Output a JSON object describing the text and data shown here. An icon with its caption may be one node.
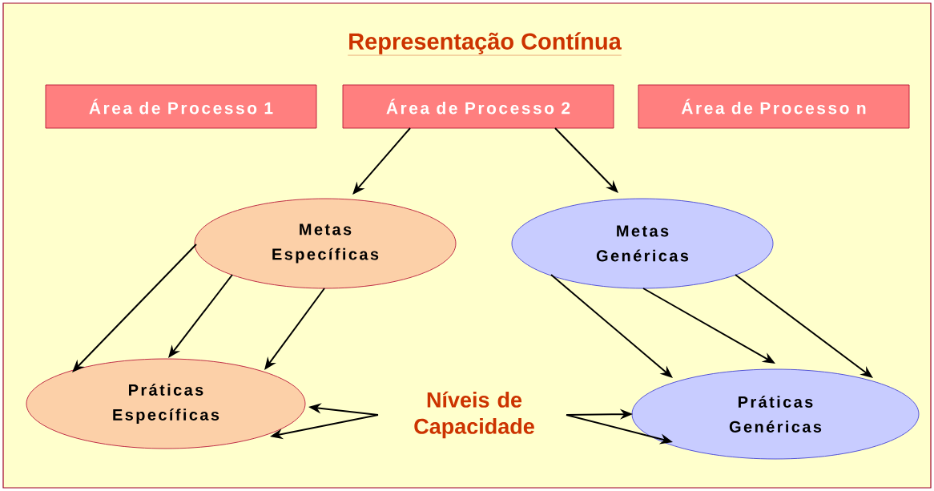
{
  "diagram": {
    "title": "Representação Contínua",
    "nodes": [
      {
        "text": [
          "Área de Processo 1"
        ]
      },
      {
        "text": [
          "Área de Processo 2"
        ]
      },
      {
        "text": [
          "Área de Processo n"
        ]
      },
      {
        "text": [
          "Metas Específicas"
        ]
      },
      {
        "text": [
          "Metas Genéricas"
        ]
      },
      {
        "text": [
          "Práticas Específicas"
        ]
      },
      {
        "text": [
          "Práticas Genéricas"
        ]
      },
      {
        "text": [
          "Níveis de Capacidade"
        ]
      }
    ],
    "edges": [
      {
        "from": 1,
        "to": 3,
        "arrow": "to"
      },
      {
        "from": 1,
        "to": 4,
        "arrow": "to"
      },
      {
        "from": 3,
        "to": 5,
        "arrow": "to"
      },
      {
        "from": 3,
        "to": 5,
        "arrow": "to"
      },
      {
        "from": 3,
        "to": 5,
        "arrow": "to"
      },
      {
        "from": 4,
        "to": 6,
        "arrow": "to"
      },
      {
        "from": 4,
        "to": 6,
        "arrow": "to"
      },
      {
        "from": 4,
        "to": 6,
        "arrow": "to"
      },
      {
        "from": 7,
        "to": 5,
        "arrow": "to"
      },
      {
        "from": 7,
        "to": 5,
        "arrow": "to"
      },
      {
        "from": 7,
        "to": 6,
        "arrow": "to"
      },
      {
        "from": 7,
        "to": 6,
        "arrow": "to"
      }
    ]
  }
}
